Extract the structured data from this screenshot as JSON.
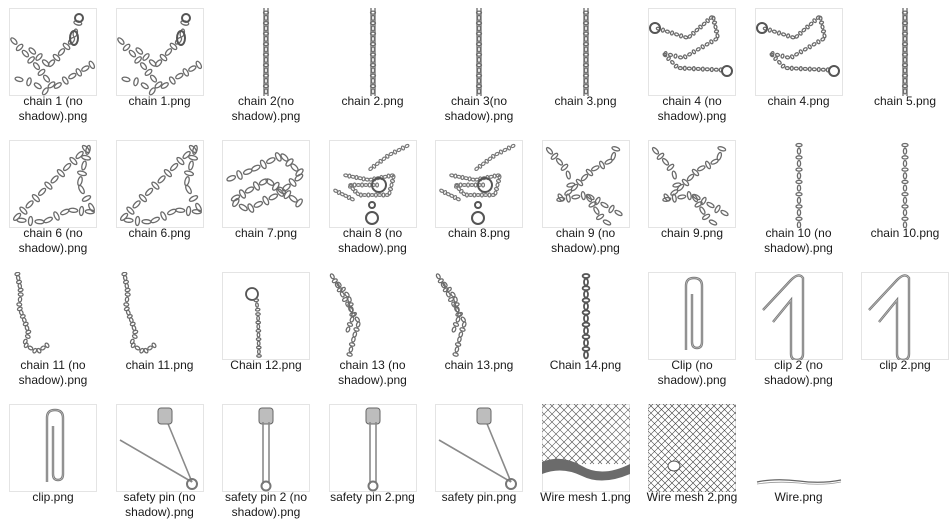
{
  "files": [
    {
      "name": "chain 1 (no shadow).png",
      "icon": "chain-icon",
      "thumb": "chain1"
    },
    {
      "name": "chain 1.png",
      "icon": "chain-icon",
      "thumb": "chain1"
    },
    {
      "name": "chain 2(no shadow).png",
      "icon": "chain-icon",
      "thumb": "vbar"
    },
    {
      "name": "chain 2.png",
      "icon": "chain-icon",
      "thumb": "vbar"
    },
    {
      "name": "chain 3(no shadow).png",
      "icon": "chain-icon",
      "thumb": "vbar"
    },
    {
      "name": "chain 3.png",
      "icon": "chain-icon",
      "thumb": "vbar"
    },
    {
      "name": "chain 4 (no shadow).png",
      "icon": "chain-icon",
      "thumb": "chain4"
    },
    {
      "name": "chain 4.png",
      "icon": "chain-icon",
      "thumb": "chain4"
    },
    {
      "name": "chain 5.png",
      "icon": "chain-icon",
      "thumb": "vbar"
    },
    {
      "name": "chain 6 (no shadow).png",
      "icon": "chain-icon",
      "thumb": "chain6"
    },
    {
      "name": "chain 6.png",
      "icon": "chain-icon",
      "thumb": "chain6"
    },
    {
      "name": "chain 7.png",
      "icon": "chain-icon",
      "thumb": "chain7"
    },
    {
      "name": "chain 8 (no shadow).png",
      "icon": "chain-icon",
      "thumb": "chain8"
    },
    {
      "name": "chain 8.png",
      "icon": "chain-icon",
      "thumb": "chain8"
    },
    {
      "name": "chain 9 (no shadow).png",
      "icon": "chain-icon",
      "thumb": "chain9"
    },
    {
      "name": "chain 9.png",
      "icon": "chain-icon",
      "thumb": "chain9"
    },
    {
      "name": "chain 10 (no shadow).png",
      "icon": "chain-icon",
      "thumb": "vbarlinks"
    },
    {
      "name": "chain 10.png",
      "icon": "chain-icon",
      "thumb": "vbarlinks"
    },
    {
      "name": "chain 11 (no shadow).png",
      "icon": "chain-icon",
      "thumb": "chain11"
    },
    {
      "name": "chain 11.png",
      "icon": "chain-icon",
      "thumb": "chain11"
    },
    {
      "name": "Chain 12.png",
      "icon": "chain-icon",
      "thumb": "chain12"
    },
    {
      "name": "chain 13 (no shadow).png",
      "icon": "chain-icon",
      "thumb": "chain13"
    },
    {
      "name": "chain 13.png",
      "icon": "chain-icon",
      "thumb": "chain13"
    },
    {
      "name": "Chain 14.png",
      "icon": "chain-icon",
      "thumb": "chain14"
    },
    {
      "name": "Clip (no shadow).png",
      "icon": "paperclip-icon",
      "thumb": "clipv"
    },
    {
      "name": "clip 2 (no shadow).png",
      "icon": "paperclip-icon",
      "thumb": "clip2"
    },
    {
      "name": "clip 2.png",
      "icon": "paperclip-icon",
      "thumb": "clip2"
    },
    {
      "name": "clip.png",
      "icon": "paperclip-icon",
      "thumb": "clipv"
    },
    {
      "name": "safety pin (no shadow).png",
      "icon": "safety-pin-icon",
      "thumb": "pinopen"
    },
    {
      "name": "safety pin 2 (no shadow).png",
      "icon": "safety-pin-icon",
      "thumb": "pinclosed"
    },
    {
      "name": "safety pin 2.png",
      "icon": "safety-pin-icon",
      "thumb": "pinclosed"
    },
    {
      "name": "safety pin.png",
      "icon": "safety-pin-icon",
      "thumb": "pinopen"
    },
    {
      "name": "Wire mesh 1.png",
      "icon": "wire-mesh-icon",
      "thumb": "mesh1"
    },
    {
      "name": "Wire mesh 2.png",
      "icon": "wire-mesh-icon",
      "thumb": "mesh2"
    },
    {
      "name": "Wire.png",
      "icon": "wire-icon",
      "thumb": "wire"
    }
  ]
}
